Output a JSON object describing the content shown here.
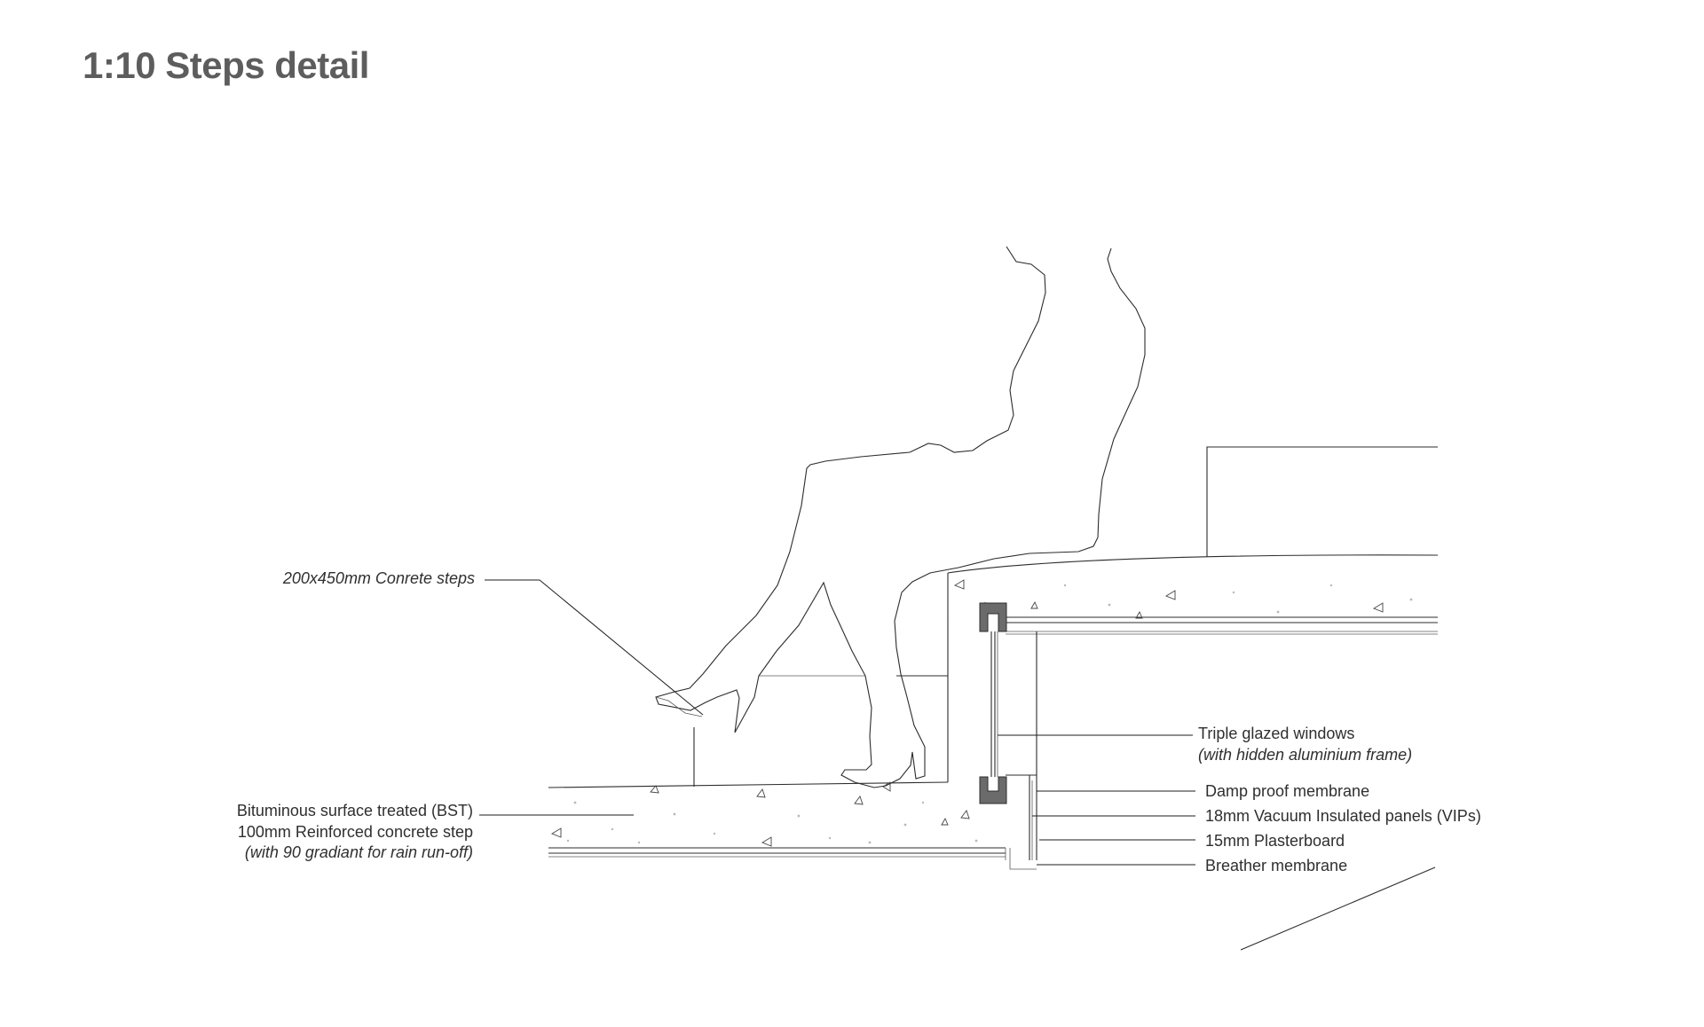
{
  "title": "1:10 Steps detail",
  "labels": {
    "concrete_steps": "200x450mm Conrete steps",
    "bst": "Bituminous surface treated (BST)",
    "reinforced_step": "100mm Reinforced concrete step",
    "gradient_note": "(with 90 gradiant for rain run-off)",
    "triple_glazed": "Triple glazed windows",
    "hidden_frame": "(with hidden aluminium frame)",
    "damp_proof": "Damp proof membrane",
    "vip_panels": "18mm Vacuum Insulated panels (VIPs)",
    "plasterboard": "15mm Plasterboard",
    "breather": "Breather membrane"
  }
}
